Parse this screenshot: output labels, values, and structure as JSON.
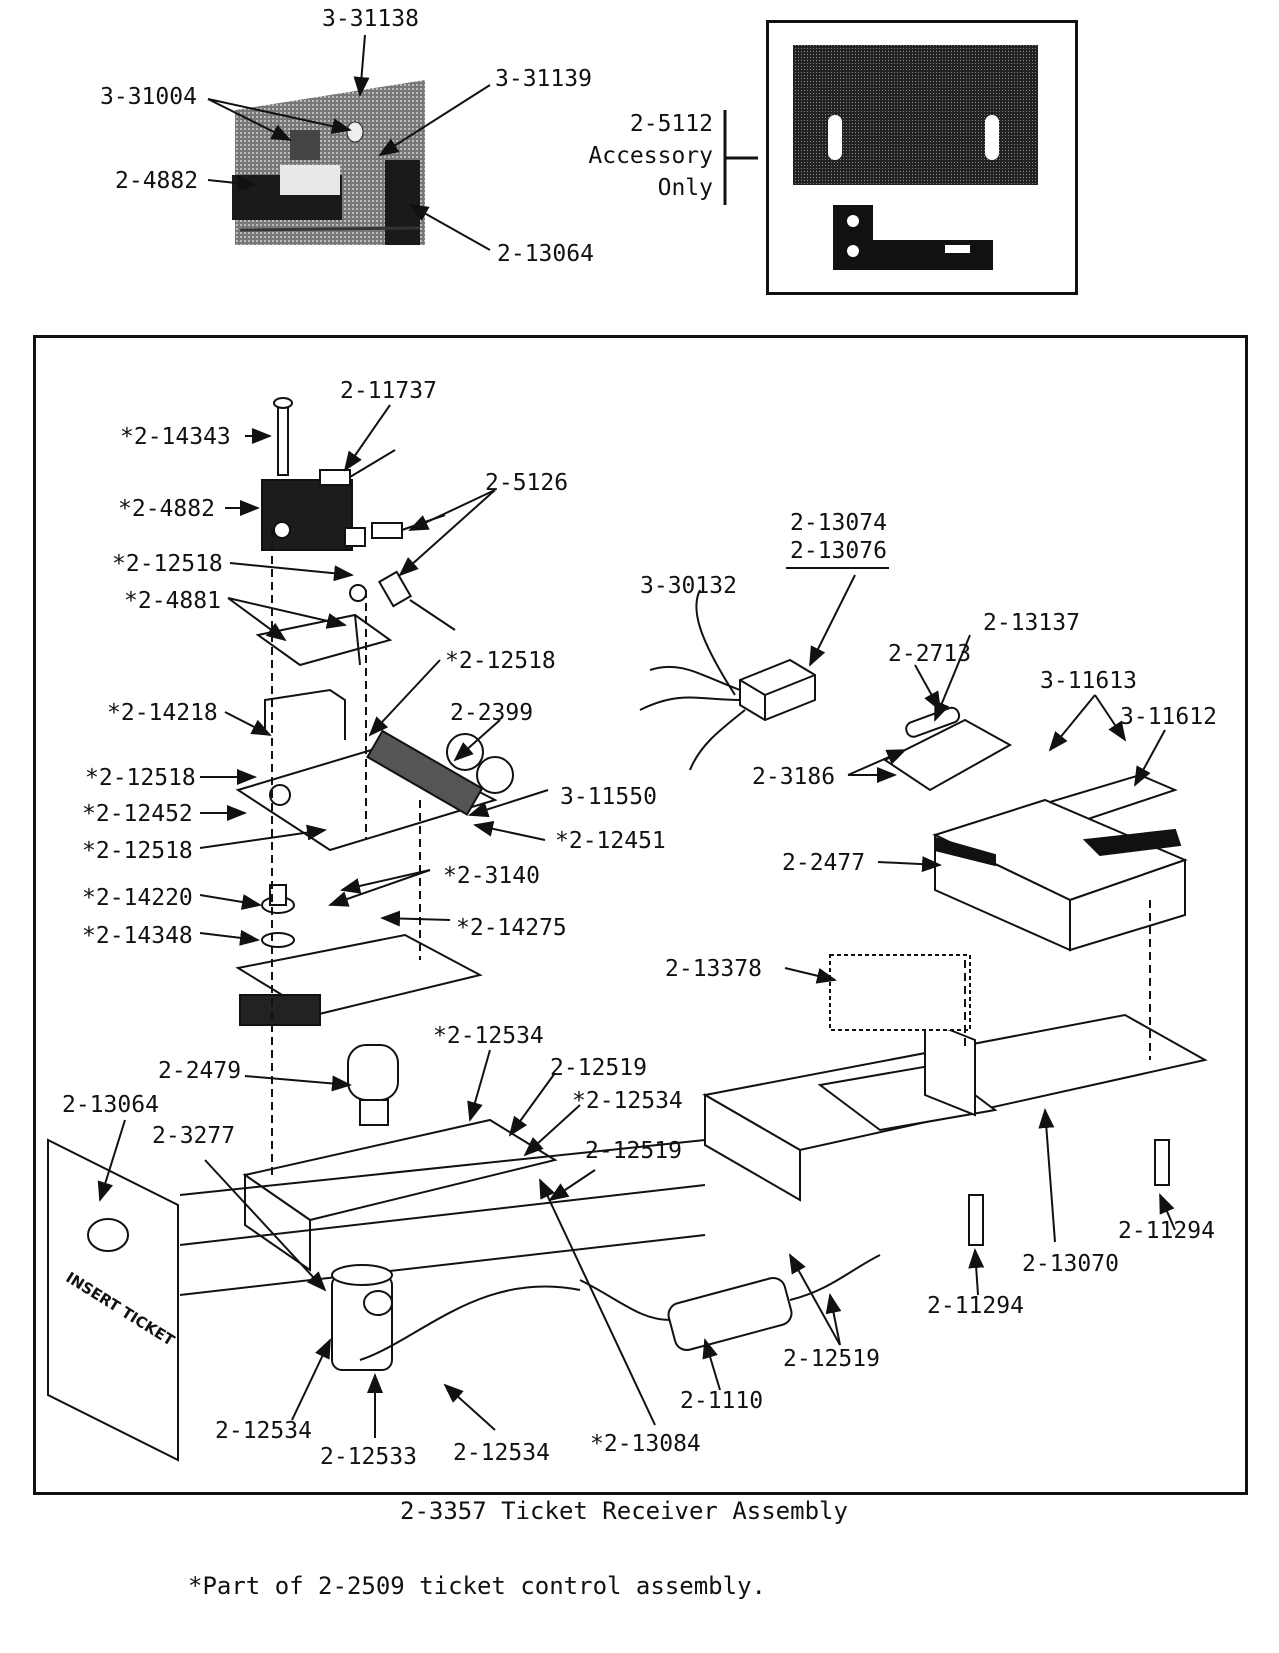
{
  "top_photo": {
    "labels": [
      "3-31138",
      "3-31004",
      "3-31139",
      "2-4882",
      "2-13064"
    ]
  },
  "accessory": {
    "part": "2-5112",
    "line1": "Accessory",
    "line2": "Only"
  },
  "main_labels": {
    "l_2_11737": "2-11737",
    "l_2_14343": "*2-14343",
    "l_2_4882": "*2-4882",
    "l_2_5126": "2-5126",
    "l_2_12518_a": "*2-12518",
    "l_2_4881": "*2-4881",
    "l_2_12518_b": "*2-12518",
    "l_2_14218": "*2-14218",
    "l_2_2399": "2-2399",
    "l_2_12518_c": "*2-12518",
    "l_3_11550": "3-11550",
    "l_2_12452": "*2-12452",
    "l_2_12451": "*2-12451",
    "l_2_12518_d": "*2-12518",
    "l_2_3140": "*2-3140",
    "l_2_14220": "*2-14220",
    "l_2_14275": "*2-14275",
    "l_2_14348": "*2-14348",
    "l_2_13074": "2-13074",
    "l_2_13076": "2-13076",
    "l_3_30132": "3-30132",
    "l_2_13137": "2-13137",
    "l_2_2713": "2-2713",
    "l_3_11613": "3-11613",
    "l_3_11612": "3-11612",
    "l_2_3186": "2-3186",
    "l_2_2477": "2-2477",
    "l_2_13378": "2-13378",
    "l_2_12534_a": "*2-12534",
    "l_2_12519_a": "2-12519",
    "l_2_12534_b": "*2-12534",
    "l_2_2479": "2-2479",
    "l_2_13064": "2-13064",
    "l_2_3277": "2-3277",
    "l_2_12519_b": "2-12519",
    "l_2_11294_a": "2-11294",
    "l_2_13070": "2-13070",
    "l_2_11294_b": "2-11294",
    "l_2_12519_c": "2-12519",
    "l_2_1110": "2-1110",
    "l_2_12534_c": "2-12534",
    "l_2_12533": "2-12533",
    "l_2_12534_d": "2-12534",
    "l_2_13084": "*2-13084"
  },
  "insert_plate_text": "INSERT TICKET",
  "caption": "2-3357 Ticket Receiver Assembly",
  "footnote": "*Part of 2-2509 ticket control assembly."
}
